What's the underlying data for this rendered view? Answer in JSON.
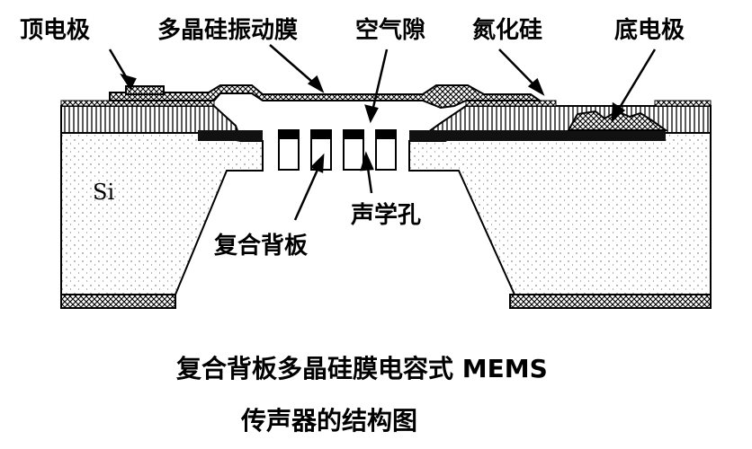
{
  "labels": {
    "top_electrode": "顶电极",
    "poly_membrane": "多晶硅振动膜",
    "air_gap": "空气隙",
    "silicon_nitride": "氮化硅",
    "bottom_electrode": "底电极",
    "silicon": "Si",
    "backplate": "复合背板",
    "acoustic_holes": "声学孔"
  },
  "caption": {
    "line1": "复合背板多晶硅膜电容式 MEMS",
    "line2": "传声器的结构图"
  }
}
